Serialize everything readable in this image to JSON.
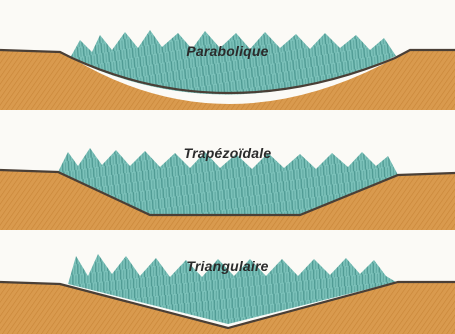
{
  "panels": [
    {
      "label": "Parabolique",
      "shape": "parabolic"
    },
    {
      "label": "Trapézoïdale",
      "shape": "trapezoidal"
    },
    {
      "label": "Triangulaire",
      "shape": "triangular"
    }
  ],
  "colors": {
    "background": "#fbfaf6",
    "soil": "#d99a4e",
    "soil_dark": "#c98638",
    "grass": "#6fb8b0",
    "grass_dark": "#4f9a93",
    "ground_line": "#4a3f36"
  }
}
